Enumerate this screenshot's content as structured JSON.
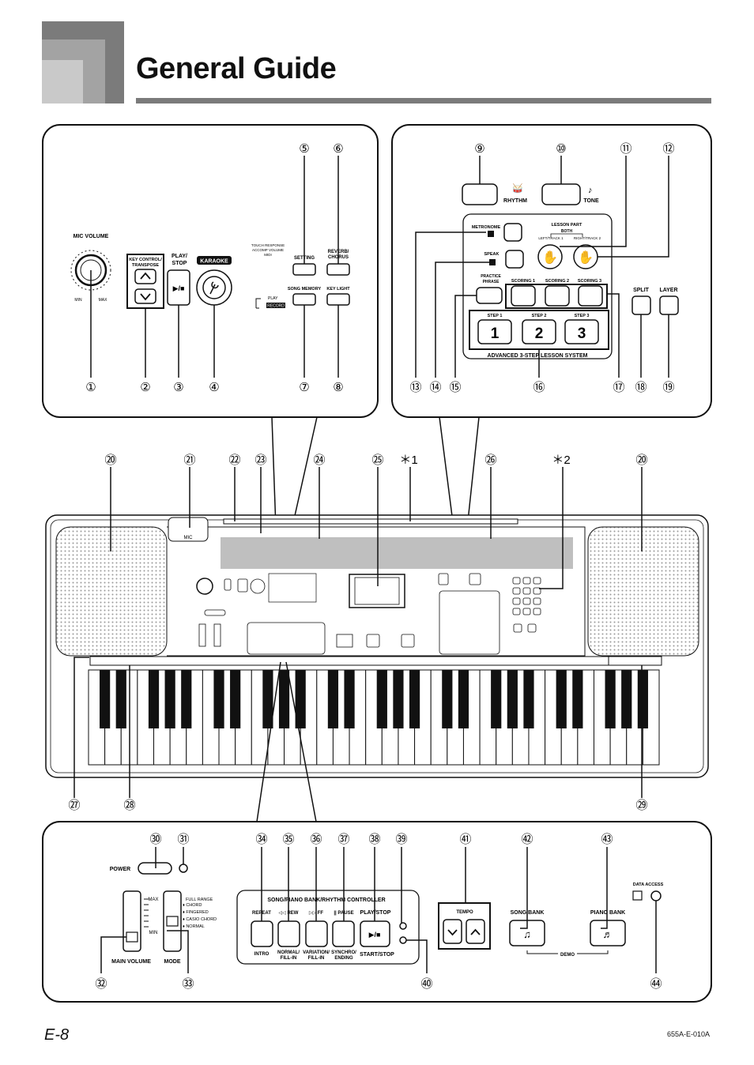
{
  "title": "General Guide",
  "page_number": "E-8",
  "doc_code": "655A-E-010A",
  "top_left": {
    "mic_volume": "MIC VOLUME",
    "min": "MIN",
    "max": "MAX",
    "key_control_1": "KEY CONTROL/",
    "key_control_2": "TRANSPOSE",
    "play_stop_1": "PLAY/",
    "play_stop_2": "STOP",
    "karaoke": "KARAOKE",
    "touch_1": "TOUCH RESPONSE",
    "touch_2": "ACCOMP VOLUME",
    "touch_3": "MIDI",
    "setting": "SETTING",
    "reverb_1": "REVERB/",
    "reverb_2": "CHORUS",
    "song_memory": "SONG MEMORY",
    "key_light": "KEY LIGHT",
    "play": "PLAY",
    "record": "RECORD",
    "callouts": [
      "①",
      "②",
      "③",
      "④",
      "⑤",
      "⑥",
      "⑦",
      "⑧"
    ]
  },
  "top_right": {
    "rhythm": "RHYTHM",
    "tone": "TONE",
    "metronome": "METRONOME",
    "lesson_part": "LESSON PART",
    "both": "BOTH",
    "left_track": "LEFT/TRACK 1",
    "right_track": "RIGHT/TRACK 2",
    "speak": "SPEAK",
    "practice_1": "PRACTICE",
    "practice_2": "PHRASE",
    "scoring_1": "SCORING 1",
    "scoring_2": "SCORING 2",
    "scoring_3": "SCORING 3",
    "step_1": "STEP 1",
    "step_2": "STEP 2",
    "step_3": "STEP 3",
    "num_1": "1",
    "num_2": "2",
    "num_3": "3",
    "system": "ADVANCED 3-STEP LESSON SYSTEM",
    "split": "SPLIT",
    "layer": "LAYER",
    "callouts": [
      "⑨",
      "⑩",
      "⑪",
      "⑫",
      "⑬",
      "⑭",
      "⑮",
      "⑯",
      "⑰",
      "⑱",
      "⑲"
    ]
  },
  "middle": {
    "callouts": [
      "⑳",
      "㉑",
      "㉒",
      "㉓",
      "㉔",
      "㉕",
      "＊1",
      "㉖",
      "＊2",
      "⑳",
      "㉗",
      "㉘",
      "㉙"
    ],
    "mic": "MIC"
  },
  "bottom": {
    "power": "POWER",
    "max": "MAX",
    "min": "MIN",
    "full_range": "FULL RANGE",
    "chord": "♦ CHORD",
    "fingered": "♦ FINGERED",
    "casio_chord": "♦ CASIO CHORD",
    "normal": "♦ NORMAL",
    "main_volume": "MAIN VOLUME",
    "mode": "MODE",
    "controller": "SONG/PIANO BANK/RHYTHM CONTROLLER",
    "repeat": "REPEAT",
    "rew": "◁◁ REW",
    "ff": "▷▷ FF",
    "pause": "|| PAUSE",
    "play_stop": "PLAY/STOP",
    "intro": "INTRO",
    "normal_fill_1": "NORMAL/",
    "normal_fill_2": "FILL-IN",
    "variation_1": "VARIATION/",
    "variation_2": "FILL-IN",
    "synchro_1": "SYNCHRO/",
    "synchro_2": "ENDING",
    "start_stop": "START/STOP",
    "tempo": "TEMPO",
    "song_bank": "SONG BANK",
    "piano_bank": "PIANO BANK",
    "demo": "DEMO",
    "data_access": "DATA ACCESS",
    "callouts": [
      "㉚",
      "㉛",
      "㉜",
      "㉝",
      "㉞",
      "㉟",
      "㊱",
      "㊲",
      "㊳",
      "㊴",
      "㊵",
      "㊶",
      "㊷",
      "㊸",
      "㊹"
    ]
  }
}
